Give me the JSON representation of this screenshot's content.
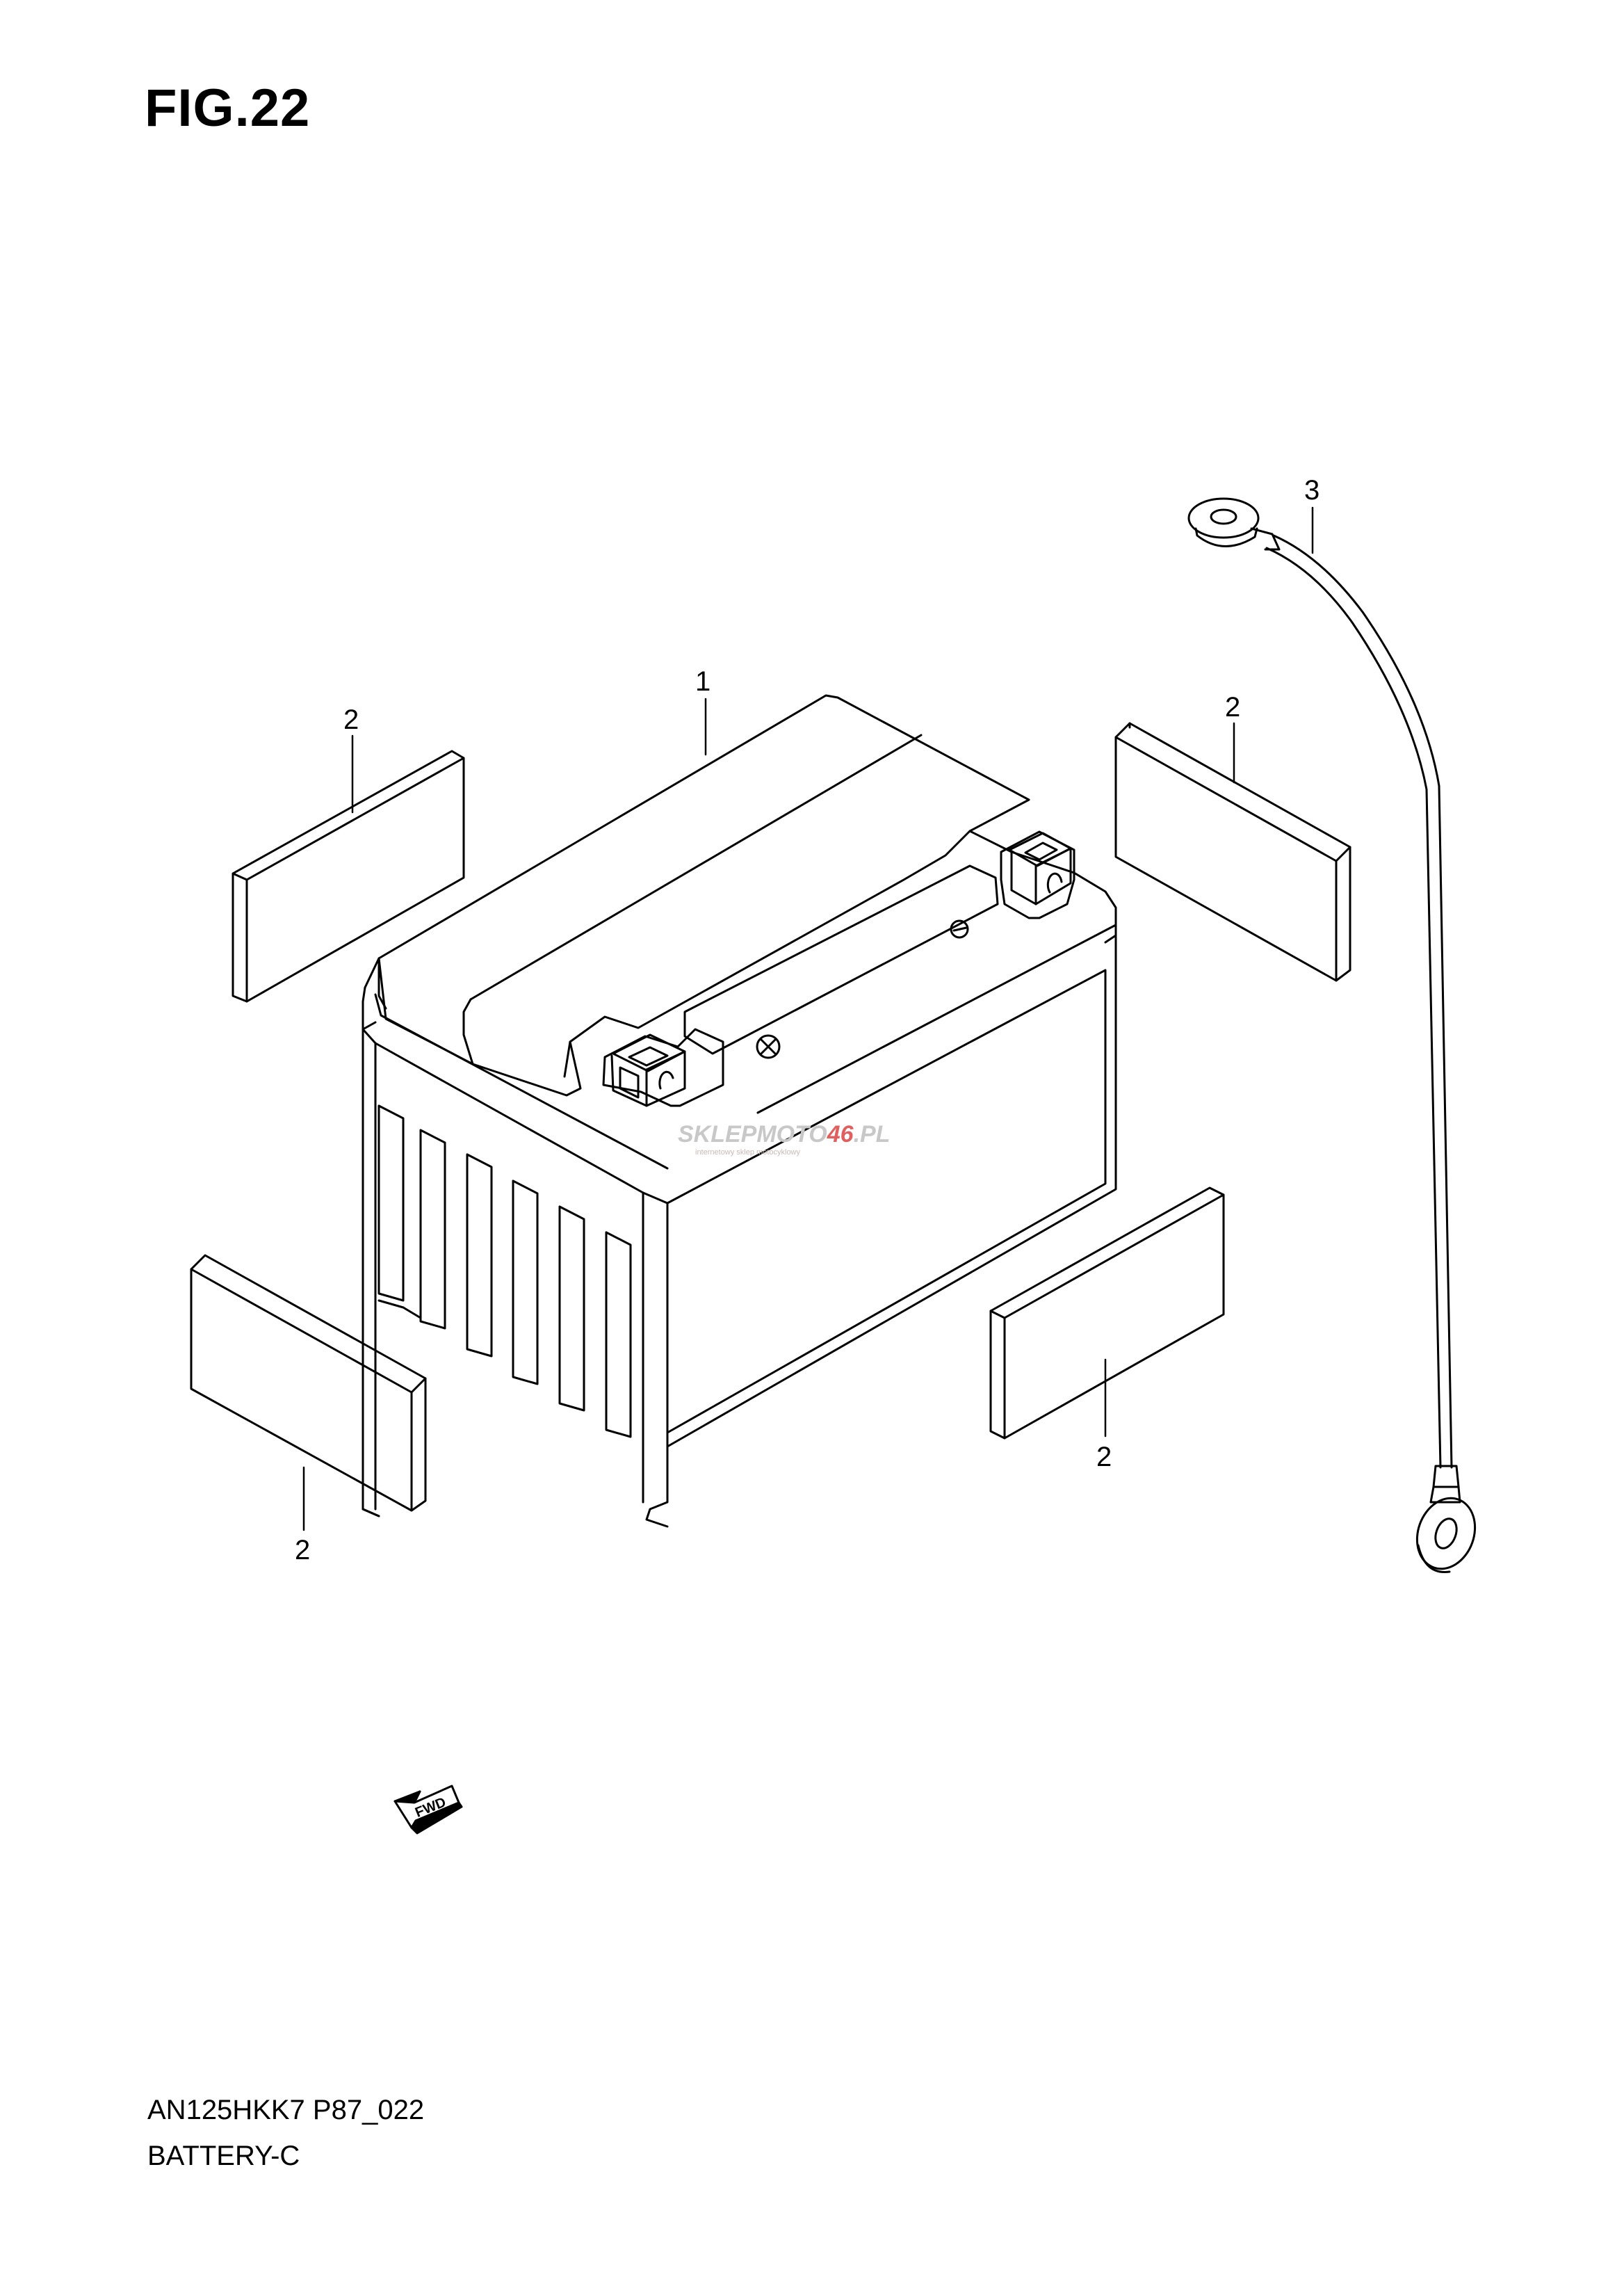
{
  "figure": {
    "title": "FIG.22",
    "part_code": "AN125HKK7 P87_022",
    "section_name": "BATTERY-C"
  },
  "callouts": {
    "battery": "1",
    "pad_top_left": "2",
    "pad_top_right": "2",
    "pad_bottom_left": "2",
    "pad_bottom_right": "2",
    "cable": "3"
  },
  "watermark": {
    "text_a": "SKLEP",
    "text_b": "MOTO",
    "text_c": "46",
    "text_d": ".PL",
    "subtext": "internetowy sklep motocyklowy",
    "color_gray": "#c8c8c8",
    "color_red": "#e06060"
  },
  "direction_marker": {
    "label": "FWD",
    "icon": "forward-arrow-icon"
  }
}
